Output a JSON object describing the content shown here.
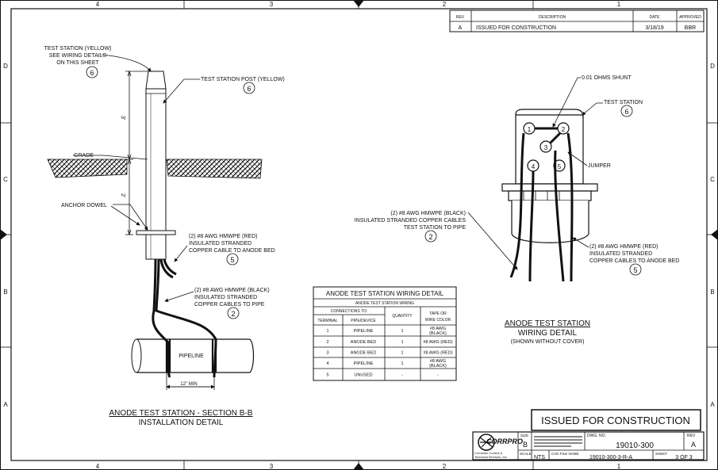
{
  "zones": {
    "top": [
      "4",
      "3",
      "2",
      "1"
    ],
    "bottom": [
      "4",
      "3",
      "2",
      "1"
    ],
    "left": [
      "D",
      "C",
      "B",
      "A"
    ],
    "right": [
      "D",
      "C",
      "B",
      "A"
    ]
  },
  "revision_block": {
    "headers": {
      "rev": "REV",
      "description": "DESCRIPTION",
      "date": "DATE",
      "approved": "APPROVED"
    },
    "row": {
      "rev": "A",
      "description": "ISSUED FOR CONSTRUCTION",
      "date": "3/18/19",
      "approved": "BBR"
    }
  },
  "left_detail": {
    "test_station_label": [
      "TEST STATION (YELLOW)",
      "SEE WIRING DETAILS",
      "ON THIS SHEET"
    ],
    "test_station_ref": "6",
    "post_label": "TEST STATION POST (YELLOW)",
    "post_ref": "6",
    "dim_upper": "3'",
    "dim_lower": "2'",
    "grade_label": "GRADE",
    "dowel_label": "ANCHOR DOWEL",
    "red_cable_label": [
      "(2) #8 AWG HMWPE (RED)",
      "INSULATED STRANDED",
      "COPPER CABLE TO ANODE BED"
    ],
    "red_cable_ref": "5",
    "black_cable_label": [
      "(2) #8 AWG HMWPE (BLACK)",
      "INSULATED STRANDED",
      "COPPER CABLES TO PIPE"
    ],
    "black_cable_ref": "2",
    "pipeline_label": "PIPELINE",
    "spacing_label": "12\" MIN",
    "title": "ANODE TEST STATION - SECTION B-B",
    "subtitle": "INSTALLATION DETAIL"
  },
  "wiring_table": {
    "title": "ANODE TEST STATION WIRING DETAIL",
    "subtitle": "ANODE TEST STATION WIRING",
    "group_header": "CONNECTIONS TO:",
    "col_terminal": "TERMINAL",
    "col_pipe": "PIPE/DEVICE",
    "col_quantity": "QUANTITY",
    "col_color": [
      "TAPE OR",
      "WIRE COLOR"
    ],
    "rows": [
      {
        "terminal": "1",
        "device": "PIPELINE",
        "quantity": "1",
        "color": [
          "#8 AWG",
          "(BLACK)"
        ]
      },
      {
        "terminal": "2",
        "device": "ANODE BED",
        "quantity": "1",
        "color": [
          "#8 AWG (RED)"
        ]
      },
      {
        "terminal": "3",
        "device": "ANODE BED",
        "quantity": "1",
        "color": [
          "#8 AWG (RED)"
        ]
      },
      {
        "terminal": "4",
        "device": "PIPELINE",
        "quantity": "1",
        "color": [
          "#8 AWG",
          "(BLACK)"
        ]
      },
      {
        "terminal": "5",
        "device": "UNUSED",
        "quantity": "-",
        "color": [
          "-"
        ]
      }
    ]
  },
  "right_detail": {
    "shunt_label": "0.01 OHMS SHUNT",
    "station_label": "TEST STATION",
    "station_ref": "6",
    "jumper_label": "JUMPER",
    "black_label": [
      "(2) #8 AWG HMWPE (BLACK)",
      "INSULATED STRANDED COPPER CABLES",
      "TEST STATION TO PIPE"
    ],
    "black_ref": "2",
    "red_label": [
      "(2) #8 AWG HMWPE (RED)",
      "INSULATED STRANDED",
      "COPPER CABLES TO ANODE BED"
    ],
    "red_ref": "5",
    "terminals": [
      "1",
      "2",
      "3",
      "4",
      "5"
    ],
    "title": "ANODE TEST STATION",
    "subtitle": "WIRING DETAIL",
    "note": "(SHOWN WITHOUT COVER)"
  },
  "title_block": {
    "stamp": "ISSUED FOR CONSTRUCTION",
    "logo_text": "CORRPRO",
    "company_line1": "Corrosion Control &",
    "company_line2": "Technical Services, Inc.",
    "size_label": "SIZE",
    "size_value": "B",
    "dwg_label": "DWG. NO.",
    "dwg_value": "19010-300",
    "rev_label": "REV",
    "rev_value": "A",
    "scale_label": "SCALE",
    "scale_value": "NTS",
    "cad_label": "CAD FILE NAME",
    "cad_value": "19010-300-3-R-A",
    "sheet_label": "SHEET",
    "sheet_value": "3  OF  3"
  }
}
